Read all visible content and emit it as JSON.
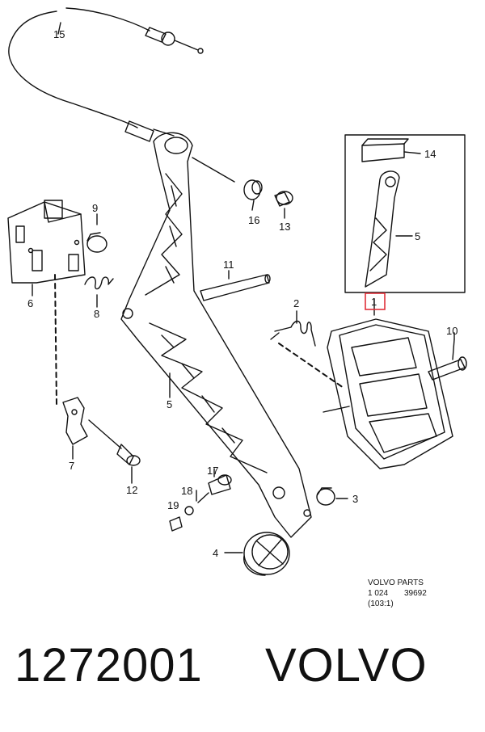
{
  "callouts": {
    "c1": "1",
    "c2": "2",
    "c3": "3",
    "c4": "4",
    "c5": "5",
    "c5b": "5",
    "c6": "6",
    "c7": "7",
    "c8": "8",
    "c9": "9",
    "c10": "10",
    "c11": "11",
    "c12": "12",
    "c13": "13",
    "c14": "14",
    "c15": "15",
    "c16": "16",
    "c17": "17",
    "c18": "18",
    "c19": "19"
  },
  "stamp": {
    "line1": "VOLVO  PARTS",
    "line2": "1 024",
    "line2b": "39692",
    "line3": "(103:1)"
  },
  "caption": {
    "part_number": "1272001",
    "brand": "VOLVO"
  },
  "colors": {
    "highlight": "#e0303a",
    "ink": "#111111"
  }
}
